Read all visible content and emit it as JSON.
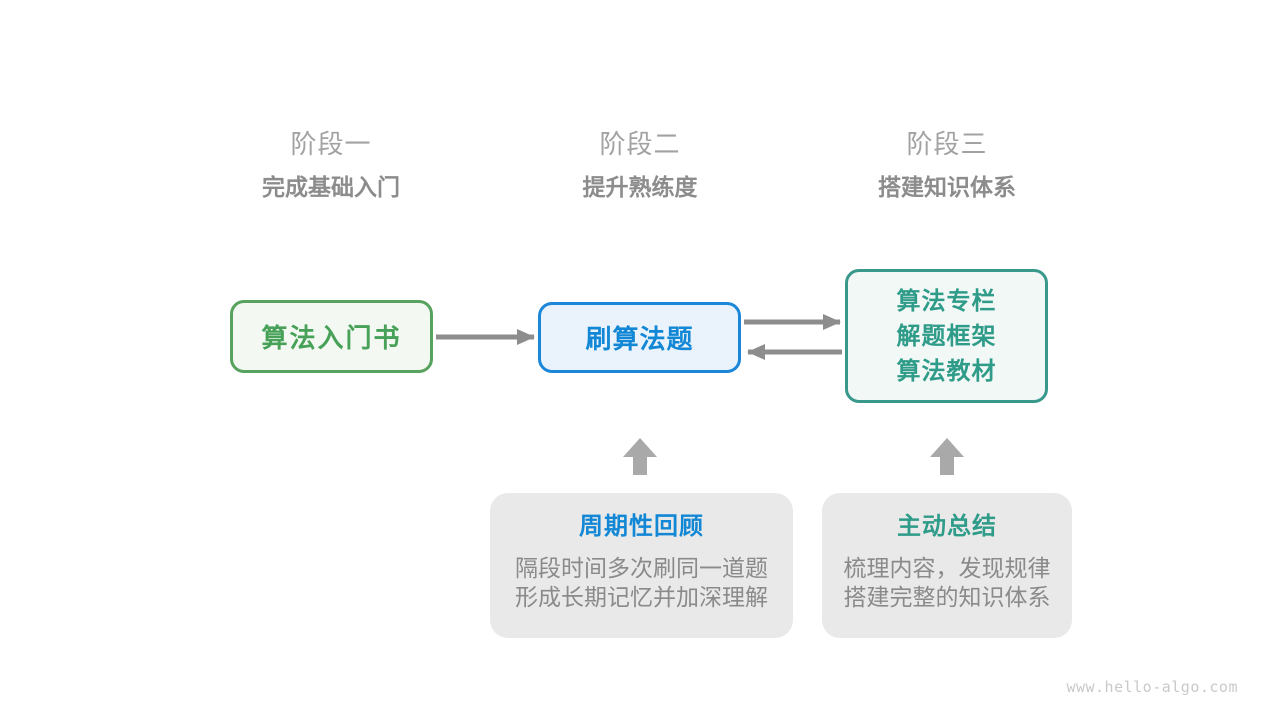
{
  "page": {
    "watermark": "www.hello-algo.com",
    "background": "#ffffff"
  },
  "stages": [
    {
      "label": "阶段一",
      "subtitle": "完成基础入门"
    },
    {
      "label": "阶段二",
      "subtitle": "提升熟练度"
    },
    {
      "label": "阶段三",
      "subtitle": "搭建知识体系"
    }
  ],
  "nodes": [
    {
      "id": "intro-book",
      "lines": [
        "算法入门书"
      ],
      "border": "#57a25e",
      "fill": "#f3f9f2",
      "text_color": "#47a158"
    },
    {
      "id": "practice-problems",
      "lines": [
        "刷算法题"
      ],
      "border": "#1c86d9",
      "fill": "#eaf3fb",
      "text_color": "#1187d5"
    },
    {
      "id": "knowledge-resources",
      "lines": [
        "算法专栏",
        "解题框架",
        "算法教材"
      ],
      "border": "#39988c",
      "fill": "#f2f8f6",
      "text_color": "#2f9b89"
    }
  ],
  "notes": [
    {
      "title": "周期性回顾",
      "title_color": "#1187d5",
      "lines": [
        "隔段时间多次刷同一道题",
        "形成长期记忆并加深理解"
      ]
    },
    {
      "title": "主动总结",
      "title_color": "#2f9b89",
      "lines": [
        "梳理内容，发现规律",
        "搭建完整的知识体系"
      ]
    }
  ],
  "colors": {
    "stage_label": "#a2a2a2",
    "stage_subtitle": "#8c8c8c",
    "note_background": "#e9e9e9",
    "note_text": "#8a8a8a",
    "line_arrow": "#8d8d8d",
    "block_arrow": "#a9a9a9",
    "watermark": "#c9c9c9"
  }
}
